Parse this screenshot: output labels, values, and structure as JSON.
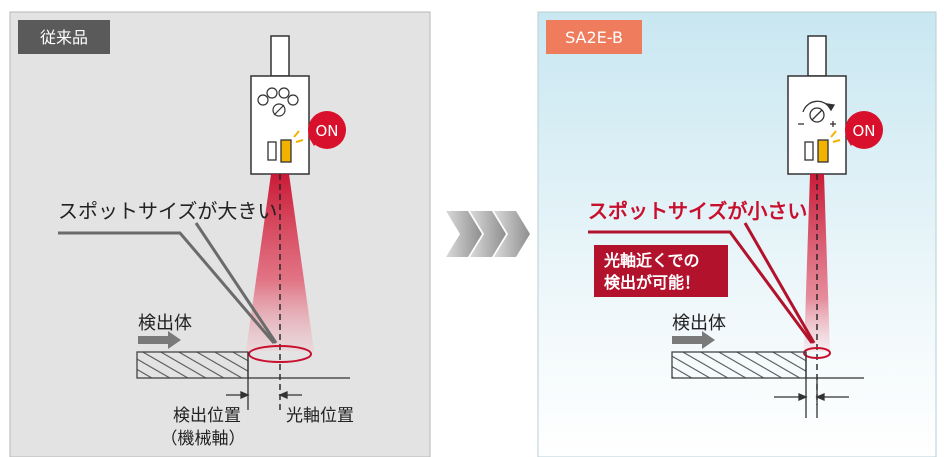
{
  "left_panel": {
    "tag": "従来品",
    "on_badge": "ON",
    "spot_label": "スポットサイズが大きい",
    "object_label": "検出体",
    "detect_pos_line1": "検出位置",
    "detect_pos_line2": "（機械軸）",
    "optical_axis_label": "光軸位置",
    "colors": {
      "panel_bg": "#e3e3e3",
      "tag_bg": "#5a5a5a"
    }
  },
  "right_panel": {
    "tag": "SA2E-B",
    "on_badge": "ON",
    "spot_label": "スポットサイズが小さい",
    "callout_line1": "光軸近くでの",
    "callout_line2": "検出が可能！",
    "object_label": "検出体",
    "colors": {
      "panel_bg_top": "#c9e7f1",
      "tag_bg": "#ef7c5c",
      "accent": "#c8102e"
    }
  },
  "arrow_icon": "triple-chevron-right-icon"
}
